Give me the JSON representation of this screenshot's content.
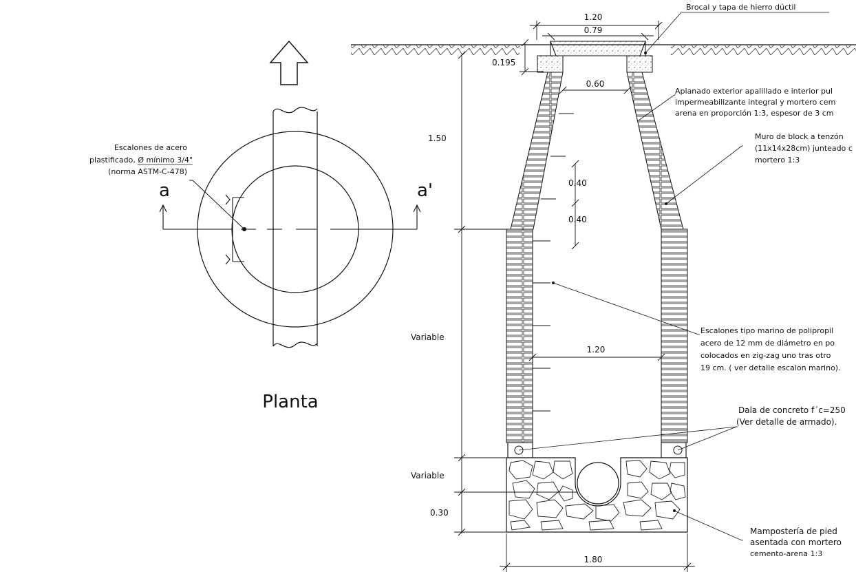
{
  "plan": {
    "title": "Planta",
    "section_left": "a",
    "section_right": "a'",
    "steps_note": [
      "Escalones de acero",
      "plastificado, Ø mínimo 3/4\"",
      "(norma ASTM-C-478)"
    ]
  },
  "section": {
    "dims": {
      "top_outer": "1.20",
      "top_cover": "0.79",
      "brocal_height": "0.195",
      "neck_inner": "0.60",
      "cone_height": "1.50",
      "step_spacing_1": "0.40",
      "step_spacing_2": "0.40",
      "body_height": "Variable",
      "shaft_inner": "1.20",
      "base_height": "Variable",
      "slab_height": "0.30",
      "base_width": "1.80"
    },
    "notes": {
      "brocal": "Brocal y tapa  de hierro dúctil",
      "aplanado": [
        "Aplanado exterior apalillado e interior pul",
        "impermeabilizante integral y mortero cem",
        "arena en proporción 1:3, espesor de  3 cm"
      ],
      "muro": [
        "Muro de block a tenzón",
        "(11x14x28cm) junteado c",
        "mortero 1:3"
      ],
      "escalones": [
        "Escalones tipo marino de polipropil",
        "acero de 12 mm de diámetro en po",
        "colocados en zig-zag uno tras otro",
        "19 cm. ( ver detalle escalon marino)."
      ],
      "dala": [
        "Dala de concreto f´c=250",
        "(Ver detalle de armado)."
      ],
      "mamposteria": [
        "Mampostería de pied",
        "asentada con mortero",
        "cemento-arena 1:3"
      ]
    }
  }
}
